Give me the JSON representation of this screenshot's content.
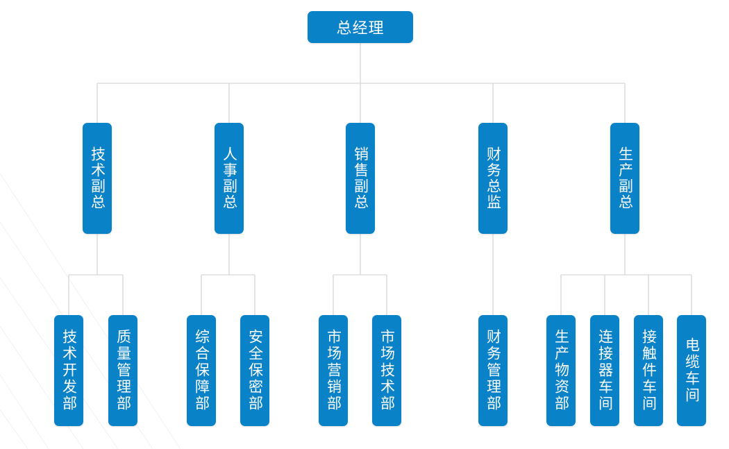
{
  "colors": {
    "node_fill": "#0a82c8",
    "node_text": "#ffffff",
    "connector": "#d6d6d6",
    "background": "#ffffff"
  },
  "root": {
    "label": "总经理"
  },
  "deputies": [
    {
      "label": "技术副总",
      "departments": [
        {
          "label": "技术开发部"
        },
        {
          "label": "质量管理部"
        }
      ]
    },
    {
      "label": "人事副总",
      "departments": [
        {
          "label": "综合保障部"
        },
        {
          "label": "安全保密部"
        }
      ]
    },
    {
      "label": "销售副总",
      "departments": [
        {
          "label": "市场营销部"
        },
        {
          "label": "市场技术部"
        }
      ]
    },
    {
      "label": "财务总监",
      "departments": [
        {
          "label": "财务管理部"
        }
      ]
    },
    {
      "label": "生产副总",
      "departments": [
        {
          "label": "生产物资部"
        },
        {
          "label": "连接器车间"
        },
        {
          "label": "接触件车间"
        },
        {
          "label": "电缆车间"
        }
      ]
    }
  ]
}
